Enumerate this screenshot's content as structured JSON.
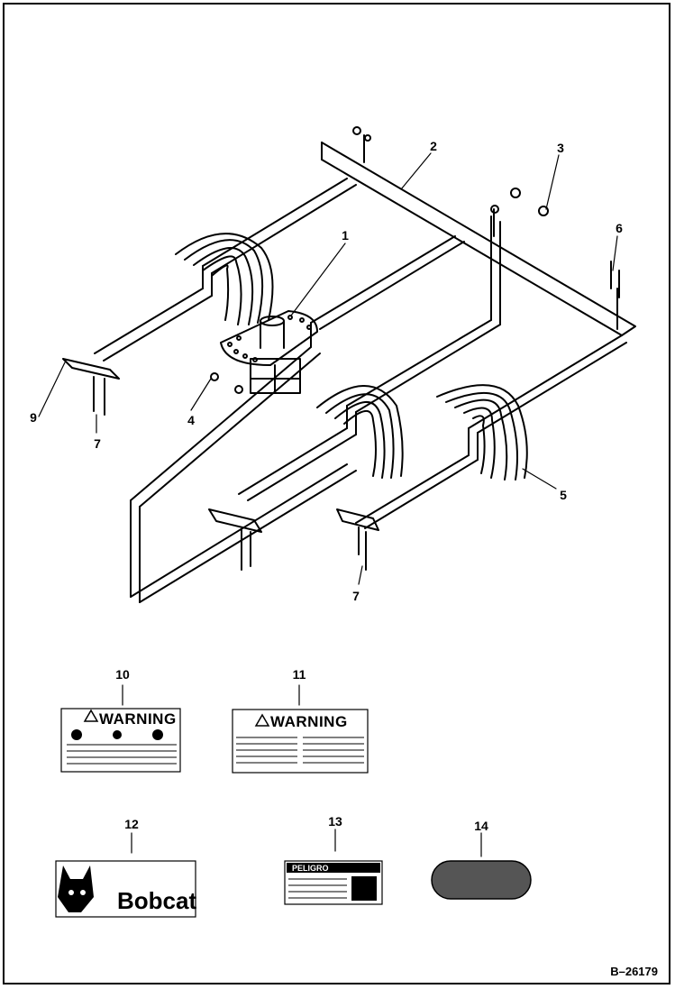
{
  "callouts": {
    "c1": "1",
    "c2": "2",
    "c3": "3",
    "c4": "4",
    "c5": "5",
    "c6": "6",
    "c7a": "7",
    "c7b": "7",
    "c9": "9",
    "c10": "10",
    "c11": "11",
    "c12": "12",
    "c13": "13",
    "c14": "14"
  },
  "decals": {
    "warning_10": "WARNING",
    "warning_11": "WARNING",
    "brand_12": "Bobcat",
    "peligro_13": "PELIGRO"
  },
  "doc_id": "B–26179",
  "icons": [
    "bolt-icon",
    "washer-icon",
    "bobcat-logo",
    "warning-triangle-icon"
  ],
  "colors": {
    "ink": "#000000",
    "paper": "#ffffff",
    "reflector": "#555555"
  }
}
